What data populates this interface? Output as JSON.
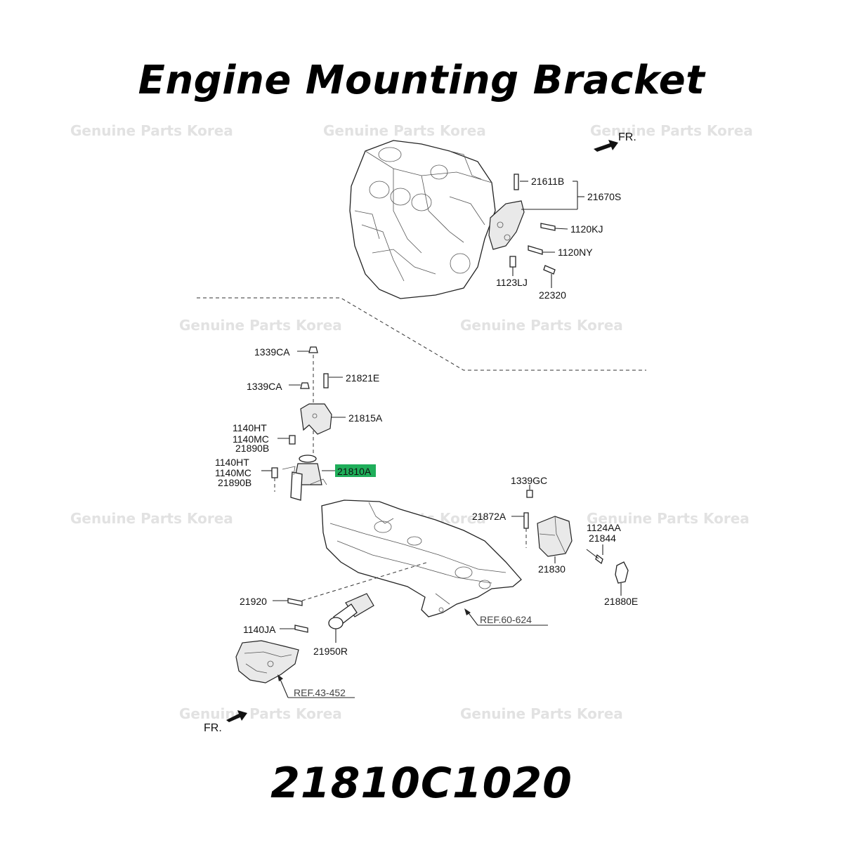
{
  "header": {
    "title": "Engine Mounting Bracket"
  },
  "footer": {
    "part_number": "21810C1020"
  },
  "watermark": {
    "text": "Genuine Parts Korea"
  },
  "direction": {
    "top": "FR.",
    "bottom": "FR."
  },
  "highlight": {
    "color": "#1fae5a",
    "label": "21810A"
  },
  "labels": {
    "p21611B": "21611B",
    "p21670S": "21670S",
    "p1120KJ": "1120KJ",
    "p1120NY": "1120NY",
    "p1123LJ": "1123LJ",
    "p22320": "22320",
    "p1339CA_a": "1339CA",
    "p1339CA_b": "1339CA",
    "p21821E": "21821E",
    "p21815A": "21815A",
    "p1140HT_a": "1140HT",
    "p1140MC_a": "1140MC",
    "p21890B_a": "21890B",
    "p1140HT_b": "1140HT",
    "p1140MC_b": "1140MC",
    "p21890B_b": "21890B",
    "p21810A": "21810A",
    "p1339GC": "1339GC",
    "p21872A": "21872A",
    "p1124AA": "1124AA",
    "p21844": "21844",
    "p21830": "21830",
    "p21880E": "21880E",
    "p21920": "21920",
    "p1140JA": "1140JA",
    "p21950R": "21950R",
    "ref_60_624": "REF.60-624",
    "ref_43_452": "REF.43-452"
  }
}
